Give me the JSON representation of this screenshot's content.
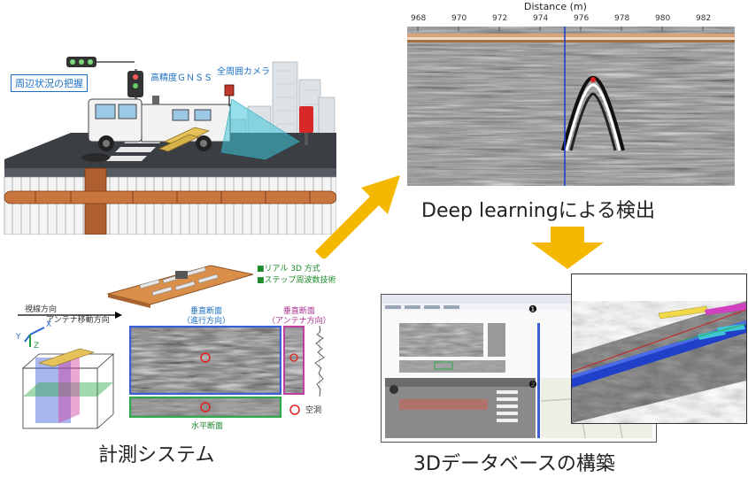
{
  "top_left": {
    "label_surroundings": "周辺状況の把握",
    "label_gnss": "高精度ＧＮＳＳ",
    "label_camera": "全周囲カメラ"
  },
  "radargram": {
    "axis_title": "Distance (m)",
    "ticks": [
      "968",
      "970",
      "972",
      "974",
      "976",
      "978",
      "980",
      "982"
    ]
  },
  "captions": {
    "detection": "Deep learningによる検出",
    "measurement": "計測システム",
    "database": "3Dデータベースの構築"
  },
  "measurement": {
    "legend_1": "■リアル 3D 方式",
    "legend_2": "■ステップ周波数技術",
    "axis_view": "視線方向",
    "axis_antenna": "アンテナ移動方向",
    "axis_x": "X",
    "axis_y": "Y",
    "axis_z": "Z",
    "vertical_travel_1": "垂直断面",
    "vertical_travel_2": "（進行方向）",
    "vertical_antenna_1": "垂直断面",
    "vertical_antenna_2": "（アンテナ方向）",
    "horizontal": "水平断面",
    "cavity": "空洞"
  },
  "database": {
    "marker_1": "❶",
    "marker_2": "❷"
  },
  "colors": {
    "arrow": "#f5b800",
    "cyan": "#3ec6d8",
    "label_blue": "#1a6fc4",
    "green_label": "#1a8a2a",
    "cavity_red": "#e02020"
  }
}
